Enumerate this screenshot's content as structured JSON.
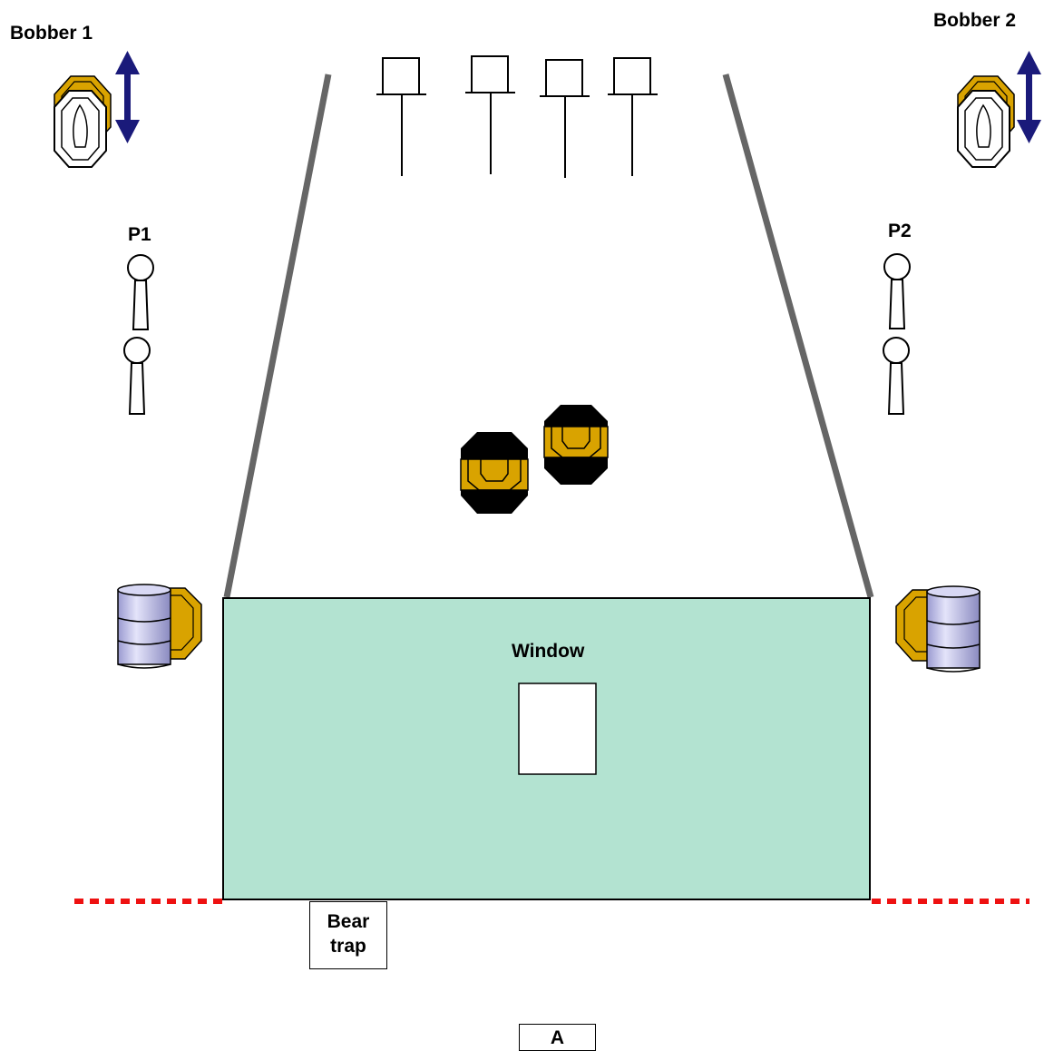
{
  "labels": {
    "bobber1": "Bobber 1",
    "bobber2": "Bobber 2",
    "p1": "P1",
    "p2": "P2",
    "window": "Window",
    "bear_trap_line1": "Bear",
    "bear_trap_line2": "trap",
    "start_a": "A"
  },
  "colors": {
    "wall_fill": "#b3e3d1",
    "barricade": "#666666",
    "fault_line": "#ee1111",
    "target_gold": "#d9a300",
    "target_black": "#000000",
    "barrel_fill": "#c4c4ea",
    "arrow": "#1a1a7a"
  }
}
